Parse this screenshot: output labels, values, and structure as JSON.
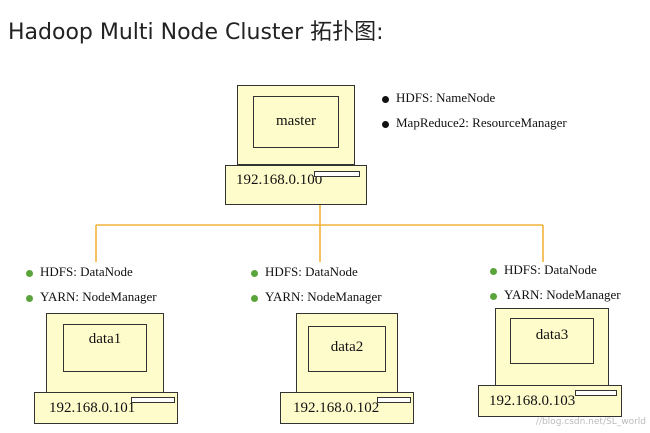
{
  "title": "Hadoop Multi Node Cluster 拓扑图:",
  "master": {
    "name": "master",
    "ip": "192.168.0.100",
    "services": [
      "HDFS: NameNode",
      "MapReduce2: ResourceManager"
    ]
  },
  "data_nodes": [
    {
      "name": "data1",
      "ip": "192.168.0.101",
      "services": [
        "HDFS: DataNode",
        "YARN: NodeManager"
      ]
    },
    {
      "name": "data2",
      "ip": "192.168.0.102",
      "services": [
        "HDFS: DataNode",
        "YARN: NodeManager"
      ]
    },
    {
      "name": "data3",
      "ip": "192.168.0.103",
      "services": [
        "HDFS: DataNode",
        "YARN: NodeManager"
      ]
    }
  ],
  "colors": {
    "connector": "#f2b33c",
    "master_bullet": "#111111",
    "node_bullet": "#5aa43c",
    "computer_fill": "#fffccc"
  },
  "watermark": "//blog.csdn.net/SL_world"
}
